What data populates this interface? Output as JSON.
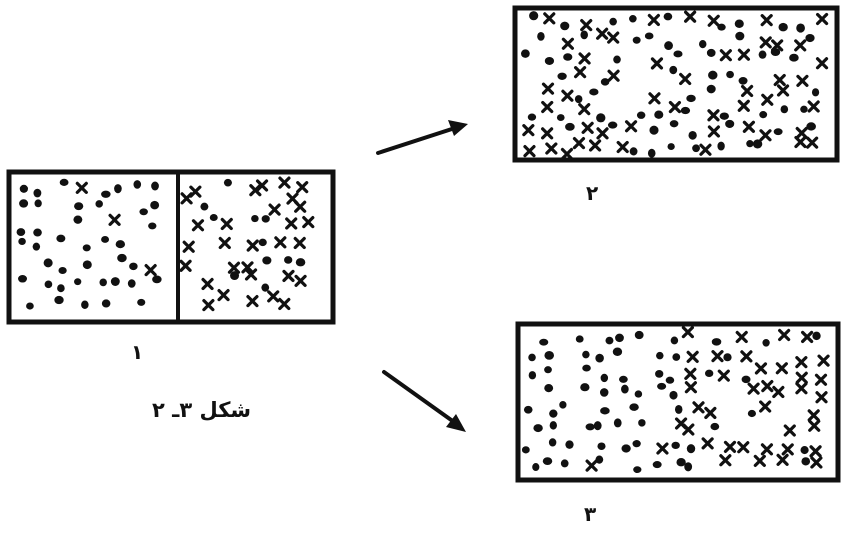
{
  "labels": {
    "box1": "۱",
    "box2": "۲",
    "box3": "۳",
    "caption": "شکل ۳ـ ۲"
  },
  "colors": {
    "ink": "#111111",
    "paper": "#ffffff"
  },
  "icons": {
    "dot": "filled-dot",
    "cross": "x-mark"
  }
}
